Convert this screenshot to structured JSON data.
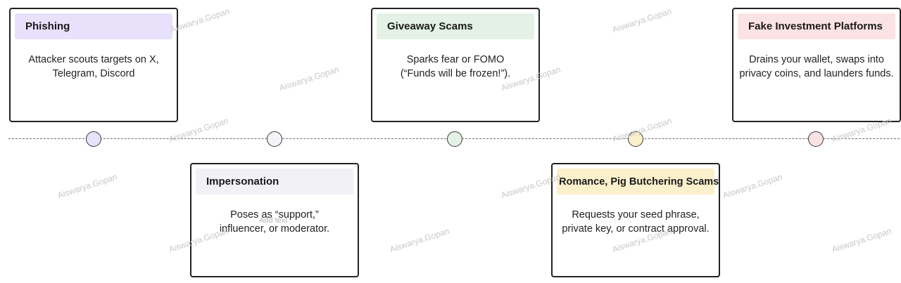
{
  "colors": {
    "line": "#6e6e6e",
    "node_border": "#3a3a3a",
    "card_border": "#222222"
  },
  "nodes": [
    {
      "color": "#e8e1fb"
    },
    {
      "color": "#f3f3f8"
    },
    {
      "color": "#e3f2e5"
    },
    {
      "color": "#fbf0cc"
    },
    {
      "color": "#fbe2e3"
    }
  ],
  "cards": [
    {
      "title": "Phishing",
      "header_color": "#e8e1fb",
      "lines": [
        "Attacker scouts targets on X,",
        "Telegram, Discord"
      ]
    },
    {
      "title": "Impersonation",
      "header_color": "#f1f1f6",
      "lines": [
        "Poses as “support,”",
        "influencer, or moderator."
      ]
    },
    {
      "title": "Giveaway Scams",
      "header_color": "#e3f2e5",
      "lines": [
        "Sparks fear or FOMO",
        "(“Funds will be frozen!”)."
      ]
    },
    {
      "title": "Romance, Pig Butchering Scams",
      "header_color": "#fbf0cc",
      "lines": [
        "Requests your seed phrase,",
        "private key, or contract approval."
      ]
    },
    {
      "title": "Fake Investment Platforms",
      "header_color": "#fbe2e3",
      "lines": [
        "Drains your wallet, swaps into",
        "privacy coins, and launders funds."
      ]
    }
  ],
  "watermark": "Aiswarya.Gopan",
  "placeholder": "Add text"
}
